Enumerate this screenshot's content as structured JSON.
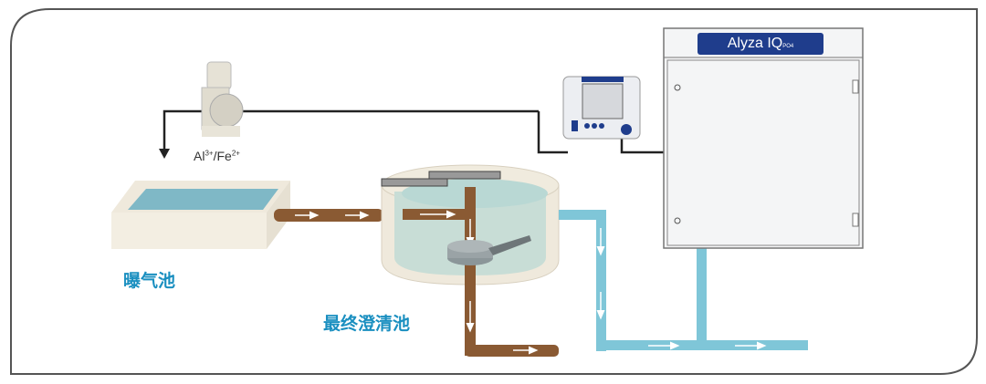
{
  "labels": {
    "aeration_tank": "曝气池",
    "final_clarifier": "最终澄清池",
    "chemical_base_1": "Al",
    "chemical_charge_1": "3+",
    "chemical_sep": "/Fe",
    "chemical_charge_2": "2+"
  },
  "analyzer": {
    "brand": "Alyza IQ",
    "brand_suffix": "PO4"
  },
  "colors": {
    "water_blue": "#7fc6d8",
    "sludge_brown": "#8a5a33",
    "label_blue": "#1a8fc0",
    "brand_blue": "#1f3d8c"
  }
}
